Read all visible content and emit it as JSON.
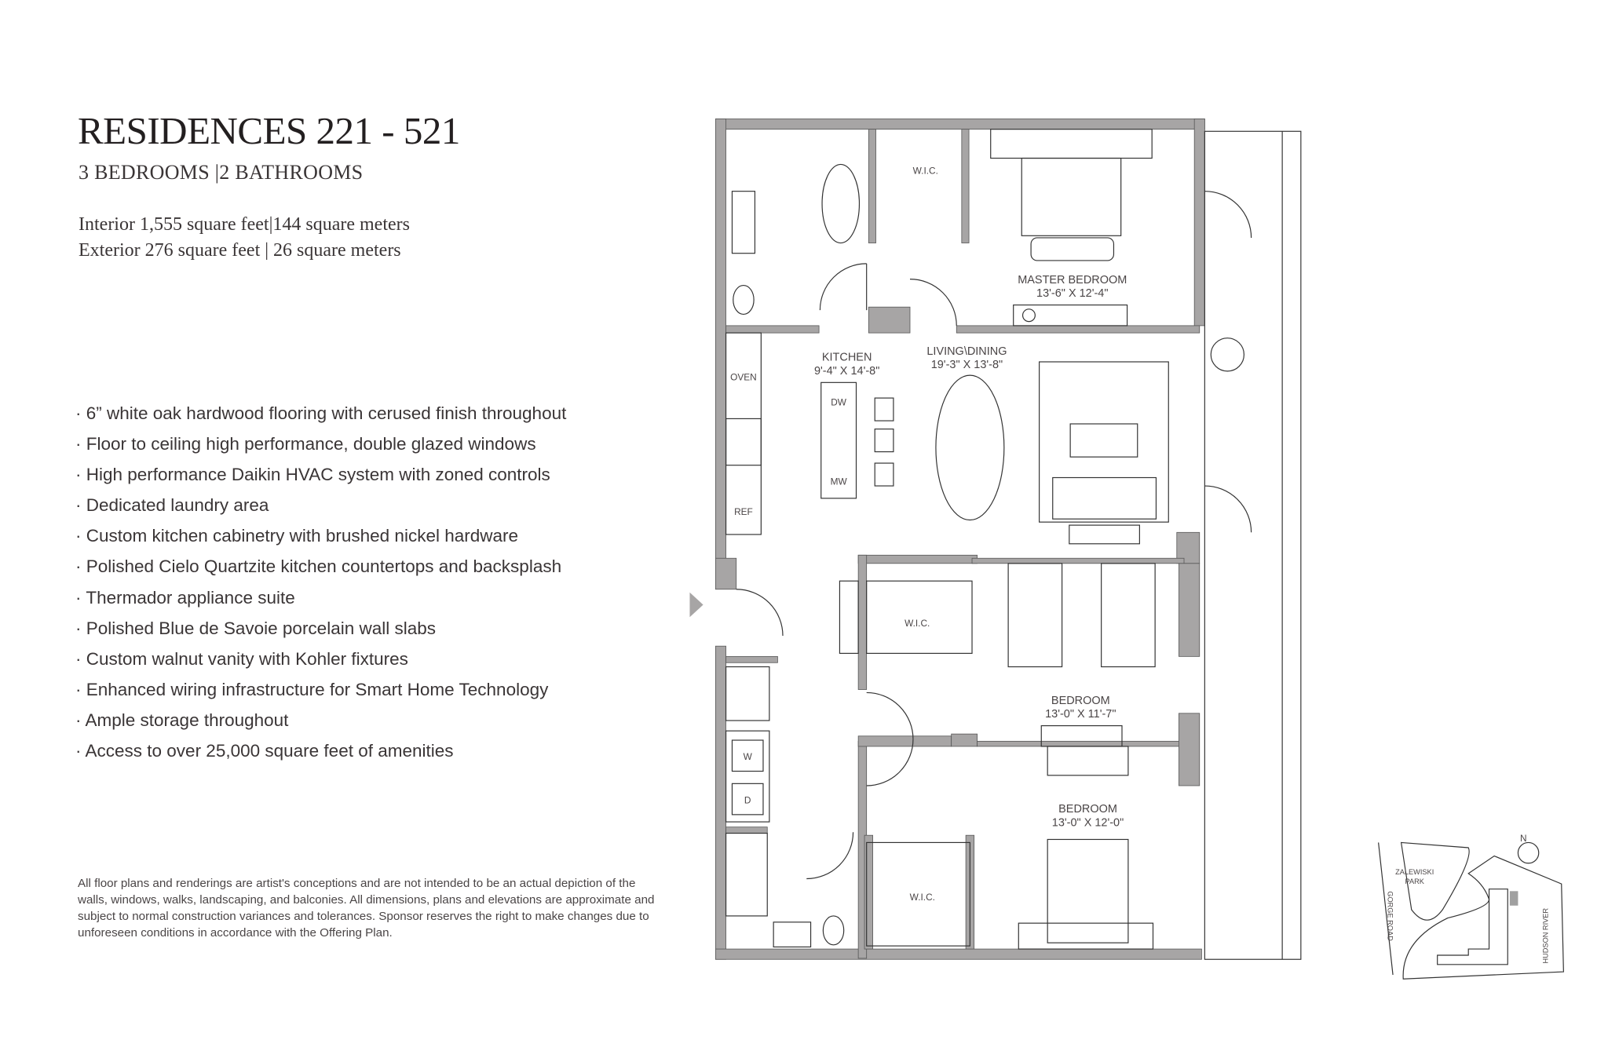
{
  "header": {
    "title": "RESIDENCES 221 - 521",
    "subtitle": "3 BEDROOMS |2 BATHROOMS",
    "interior": "Interior 1,555 square feet|144 square meters",
    "exterior": "Exterior 276 square feet | 26 square meters"
  },
  "features": [
    "· 6” white oak hardwood flooring with cerused finish throughout",
    "· Floor to ceiling high performance, double glazed windows",
    "· High performance Daikin HVAC system with zoned controls",
    "· Dedicated laundry area",
    "· Custom kitchen cabinetry with brushed nickel hardware",
    "· Polished Cielo Quartzite kitchen countertops and backsplash",
    "· Thermador appliance suite",
    "· Polished Blue de Savoie porcelain wall slabs",
    "· Custom walnut vanity with Kohler fixtures",
    "· Enhanced wiring infrastructure for Smart Home Technology",
    "· Ample storage throughout",
    "· Access to over 25,000 square feet of amenities"
  ],
  "disclaimer": "All floor plans and renderings are artist's conceptions and are not intended to be an actual depiction of the walls, windows, walks, landscaping, and balconies. All dimensions, plans and elevations are approximate and subject to normal construction variances and tolerances. Sponsor reserves the right to make changes due to unforeseen conditions in accordance with the Offering Plan.",
  "floorplan": {
    "master_bedroom": {
      "name": "MASTER BEDROOM",
      "size": "13'-6\" X 12'-4\""
    },
    "kitchen": {
      "name": "KITCHEN",
      "size": "9'-4\" X 14'-8\""
    },
    "living_dining": {
      "name": "LIVING\\DINING",
      "size": "19'-3\" X 13'-8\""
    },
    "bedroom_2": {
      "name": "BEDROOM",
      "size": "13'-0\" X 11'-7\""
    },
    "bedroom_3": {
      "name": "BEDROOM",
      "size": "13'-0\" X 12'-0\""
    },
    "wic_label": "W.I.C.",
    "oven": "OVEN",
    "ref": "REF",
    "dw": "DW",
    "mw": "MW",
    "washer": "W",
    "dryer": "D"
  },
  "site_map": {
    "park": "ZALEWISKI",
    "park2": "PARK",
    "road": "GORGE ROAD",
    "river": "HUDSON RIVER",
    "north": "N"
  },
  "colors": {
    "wall": "#a7a5a5",
    "text": "#231f20",
    "highlight": "#a0a0a0"
  }
}
